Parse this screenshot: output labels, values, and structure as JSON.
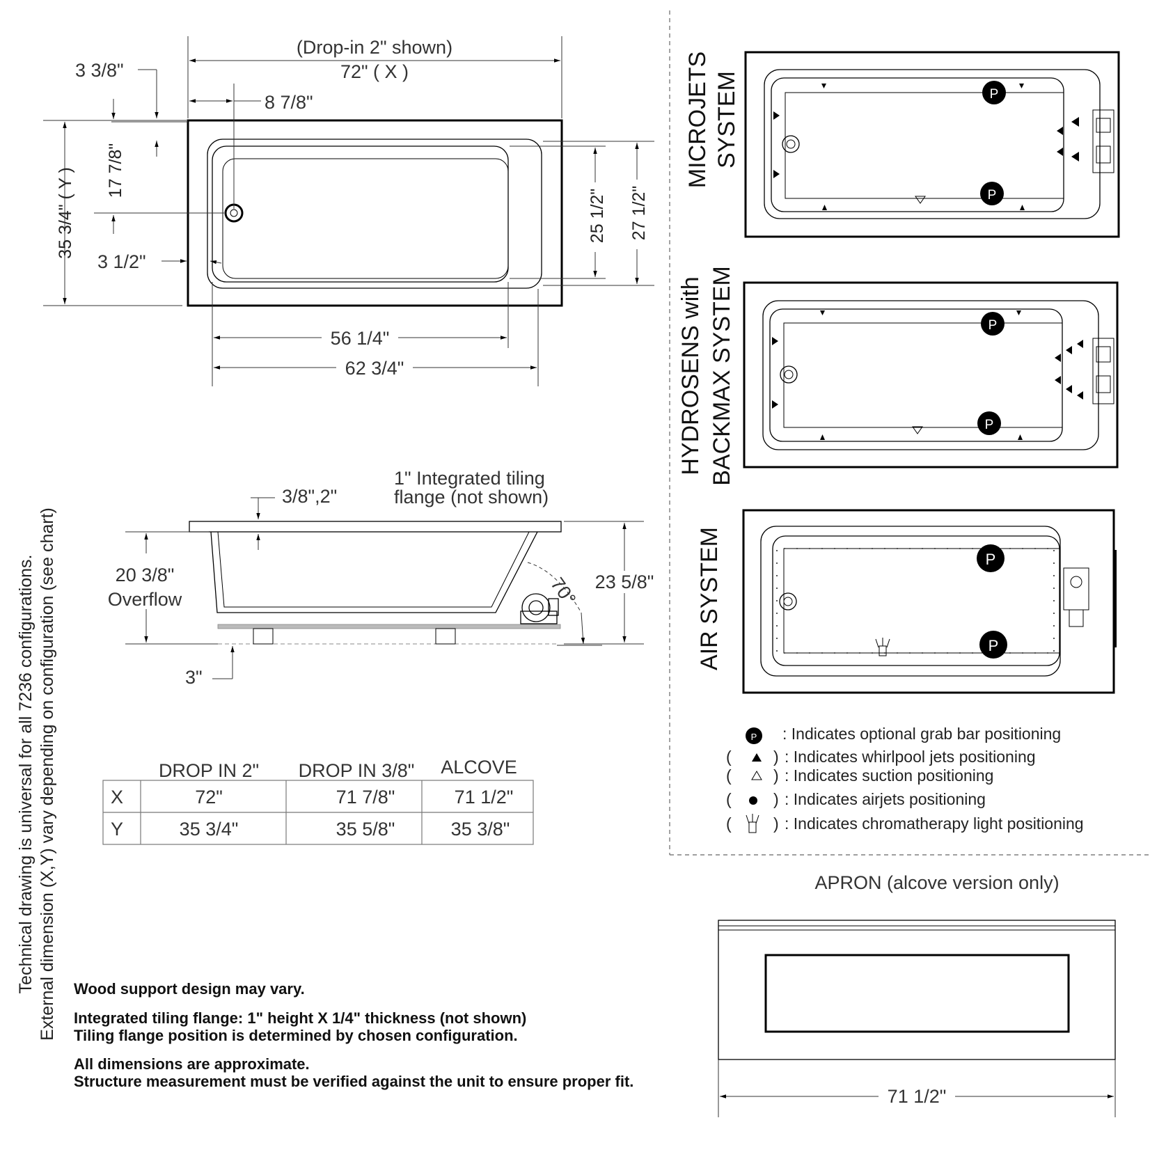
{
  "top_view": {
    "drop_in_note": "(Drop-in 2\" shown)",
    "width_label": "72\" ( X )",
    "height_label": "35 3/4\" ( Y )",
    "dim_3_3_8": "3 3/8\"",
    "dim_8_7_8": "8 7/8\"",
    "dim_17_7_8": "17 7/8\"",
    "dim_3_1_2": "3 1/2\"",
    "dim_25_1_2": "25 1/2\"",
    "dim_27_1_2": "27 1/2\"",
    "dim_56_1_4": "56 1/4\"",
    "dim_62_3_4": "62 3/4\""
  },
  "side_view": {
    "dim_3_8_2": "3/8\",2\"",
    "flange_line1": "1\" Integrated tiling",
    "flange_line2": "flange (not shown)",
    "overflow_value": "20 3/8\"",
    "overflow_label": "Overflow",
    "height_label": "23 5/8\"",
    "angle_label": "70°",
    "base_label": "3\""
  },
  "systems": {
    "microjets_line1": "MICROJETS",
    "microjets_line2": "SYSTEM",
    "hydrosens_line1": "HYDROSENS with",
    "hydrosens_line2": "BACKMAX SYSTEM",
    "air_label": "AIR SYSTEM",
    "grab_bar_glyph": "P"
  },
  "legend": {
    "open_paren": "(",
    "close_paren": ")",
    "grab_bar": ": Indicates optional grab bar positioning",
    "whirlpool": ": Indicates whirlpool jets positioning",
    "suction": ": Indicates suction positioning",
    "airjets": ": Indicates airjets positioning",
    "chroma": ": Indicates chromatherapy light positioning"
  },
  "config_table": {
    "headers": [
      "DROP IN 2\"",
      "DROP IN 3/8\"",
      "ALCOVE"
    ],
    "rows": [
      {
        "label": "X",
        "values": [
          "72\"",
          "71 7/8\"",
          "71 1/2\""
        ]
      },
      {
        "label": "Y",
        "values": [
          "35 3/4\"",
          "35 5/8\"",
          "35 3/8\""
        ]
      }
    ]
  },
  "vertical_note": {
    "line1": "Technical drawing is universal for all 7236 configurations.",
    "line2": "External dimension (X,Y) vary depending on configuration (see chart)"
  },
  "notes": {
    "wood": "Wood support design may vary.",
    "flange1": "Integrated tiling flange: 1\" height X 1/4\" thickness (not shown)",
    "flange2": "Tiling flange position is determined by chosen configuration.",
    "approx1": "All dimensions are approximate.",
    "approx2": "Structure measurement must be verified against the unit to ensure proper fit."
  },
  "apron": {
    "title": "APRON (alcove version only)",
    "width_label": "71 1/2\""
  }
}
